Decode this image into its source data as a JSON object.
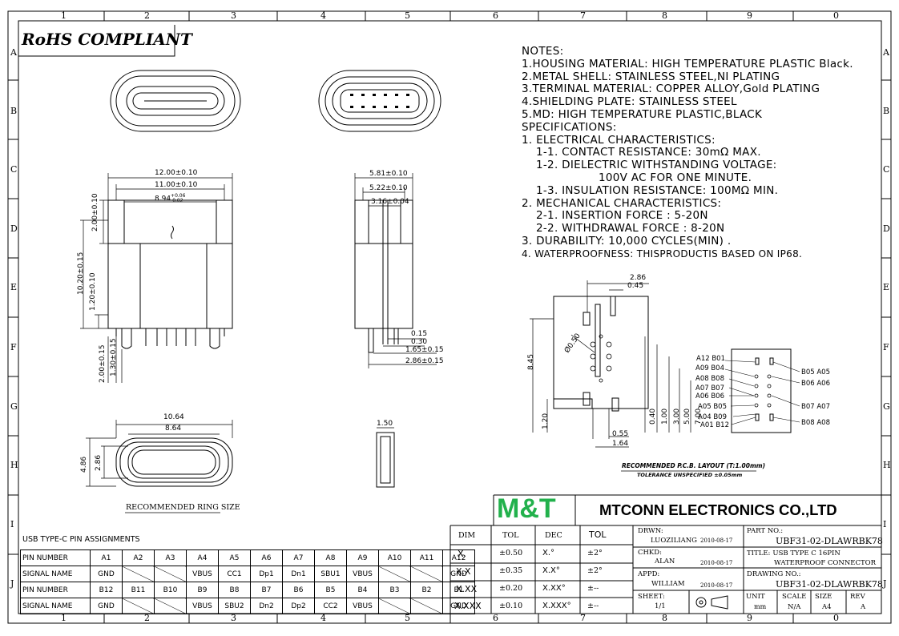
{
  "zones": {
    "top_numbers": [
      "1",
      "2",
      "3",
      "4",
      "5",
      "6",
      "7",
      "8",
      "9",
      "0"
    ],
    "side_letters": [
      "A",
      "B",
      "C",
      "D",
      "E",
      "F",
      "G",
      "H",
      "I",
      "J"
    ]
  },
  "rohs": "RoHS COMPLIANT",
  "notes": [
    "NOTES:",
    "1.HOUSING MATERIAL: HIGH TEMPERATURE PLASTIC Black.",
    "2.METAL SHELL: STAINLESS STEEL,NI PLATING",
    "3.TERMINAL MATERIAL: COPPER ALLOY,Gold PLATING",
    "4.SHIELDING PLATE: STAINLESS STEEL",
    "5.MD: HIGH TEMPERATURE PLASTIC,BLACK",
    "SPECIFICATIONS:",
    "1. ELECTRICAL CHARACTERISTICS:",
    "1-1. CONTACT RESISTANCE: 30mΩ MAX.",
    "1-2. DIELECTRIC WITHSTANDING VOLTAGE:",
    "100V AC FOR ONE MINUTE.",
    "1-3. INSULATION RESISTANCE: 100MΩ MIN.",
    "2. MECHANICAL CHARACTERISTICS:",
    "2-1. INSERTION FORCE : 5-20N",
    "2-2. WITHDRAWAL FORCE : 8-20N",
    "3. DURABILITY: 10,000 CYCLES(MIN) .",
    "4. WATERPROOFNESS: THISPRODUCTIS BASED ON IP68."
  ],
  "front_view": {
    "d_12": "12.00±0.10",
    "d_11": "11.00±0.10",
    "d_894": "8.94",
    "d_894_tol_up": "+0.06",
    "d_894_tol_dn": "-0.02",
    "d_200": "2.00±0.10",
    "d_1020": "10.20±0.15",
    "d_120": "1.20±0.10",
    "d_200b": "2.00±0.15",
    "d_130": "1.30±0.15"
  },
  "side_view": {
    "d_581": "5.81±0.10",
    "d_522": "5.22±0.10",
    "d_316": "3.16±0.04",
    "d_015": "0.15",
    "d_030": "0.30",
    "d_165": "1.65±0.15",
    "d_286": "2.86±0.15"
  },
  "ring": {
    "d_1064": "10.64",
    "d_864": "8.64",
    "d_486": "4.86",
    "d_286": "2.86",
    "d_150": "1.50",
    "caption": "RECOMMENDED RING SIZE"
  },
  "pcb": {
    "d_286": "2.86",
    "d_045": "0.45",
    "d_050": "Ø0.50",
    "d_845": "8.45",
    "d_120": "1.20",
    "d_055": "0.55",
    "d_164": "1.64",
    "vertical_dims": [
      "0.40",
      "1.00",
      "3.00",
      "5.00",
      "7.00"
    ],
    "caption": "RECOMMENDED P.C.B. LAYOUT (T:1.00mm)",
    "tolerance": "TOLERANCE UNSPECIFIED ±0.05mm",
    "left_pins": [
      "A12 B01",
      "A09 B04",
      "A08 B08",
      "A07 B07",
      "A06 B06",
      "A05 B05",
      "A04 B09",
      "A01 B12"
    ],
    "right_pins": [
      "B05 A05",
      "B06 A06",
      "B07 A07",
      "B08 A08"
    ]
  },
  "pin_table": {
    "title": "USB TYPE-C PIN ASSIGNMENTS",
    "rows": [
      [
        "PIN NUMBER",
        "A1",
        "A2",
        "A3",
        "A4",
        "A5",
        "A6",
        "A7",
        "A8",
        "A9",
        "A10",
        "A11",
        "A12"
      ],
      [
        "SIGNAL NAME",
        "GND",
        "",
        "",
        "VBUS",
        "CC1",
        "Dp1",
        "Dn1",
        "SBU1",
        "VBUS",
        "",
        "",
        "GND"
      ],
      [
        "PIN NUMBER",
        "B12",
        "B11",
        "B10",
        "B9",
        "B8",
        "B7",
        "B6",
        "B5",
        "B4",
        "B3",
        "B2",
        "B1"
      ],
      [
        "SIGNAL NAME",
        "GND",
        "",
        "",
        "VBUS",
        "SBU2",
        "Dn2",
        "Dp2",
        "CC2",
        "VBUS",
        "",
        "",
        "GND"
      ]
    ]
  },
  "title_block": {
    "brand": "M&T",
    "company": "MTCONN ELECTRONICS CO.,LTD",
    "tol_headers": [
      "DIM",
      "TOL",
      "DEC",
      "TOL"
    ],
    "tol_rows": [
      [
        "X.",
        "±0.50",
        "X.°",
        "±2°"
      ],
      [
        "X.X",
        "±0.35",
        "X.X°",
        "±2°"
      ],
      [
        "X.XX",
        "±0.20",
        "X.XX°",
        "±--"
      ],
      [
        "X.XXX",
        "±0.10",
        "X.XXX°",
        "±--"
      ]
    ],
    "drwn_label": "DRWN:",
    "drwn_name": "LUOZILIANG",
    "drwn_date": "2010-08-17",
    "chkd_label": "CHKD:",
    "chkd_name": "ALAN",
    "chkd_date": "2010-08-17",
    "appd_label": "APPD:",
    "appd_name": "WILLIAM",
    "appd_date": "2010-08-17",
    "sheet_label": "SHEET:",
    "sheet_value": "1/1",
    "part_label": "PART NO.:",
    "part_no": "UBF31-02-DLAWRBK78",
    "title_label": "TITLE:",
    "title_1": "USB TYPE C 16PIN",
    "title_2": "WATERPROOF CONNECTOR",
    "drawing_label": "DRAWING NO.:",
    "drawing_no": "UBF31-02-DLAWRBK78",
    "unit_label": "UNIT",
    "unit_value": "mm",
    "scale_label": "SCALE",
    "scale_value": "N/A",
    "size_label": "SIZE",
    "size_value": "A4",
    "rev_label": "REV",
    "rev_value": "A"
  }
}
